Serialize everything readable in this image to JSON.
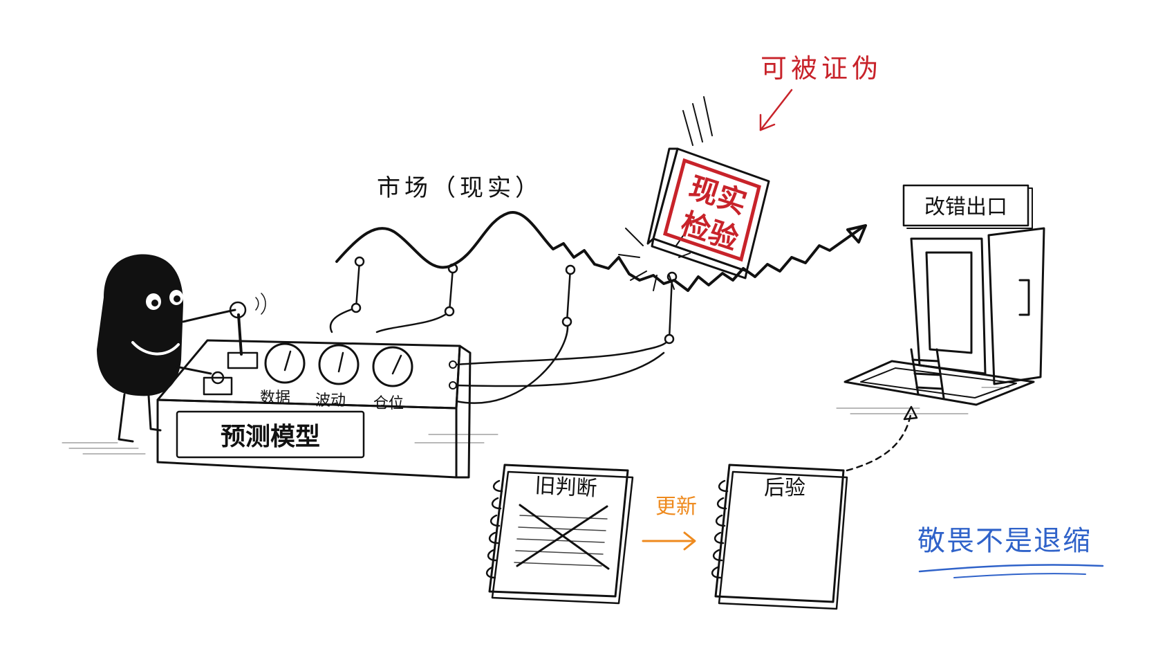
{
  "labels": {
    "market": "市场（现实）",
    "falsifiable": "可被证伪",
    "stamp_line1": "现实",
    "stamp_line2": "检验",
    "exit_sign": "改错出口",
    "model_plate": "预测模型",
    "gauge_1": "数据",
    "gauge_2": "波动",
    "gauge_3": "仓位",
    "old_judgment": "旧判断",
    "update": "更新",
    "posterior": "后验",
    "motto": "敬畏不是退缩"
  },
  "colors": {
    "ink": "#111111",
    "falsifiable_red": "#c8232a",
    "update_orange": "#ee8a1e",
    "motto_blue": "#2f62c9"
  }
}
